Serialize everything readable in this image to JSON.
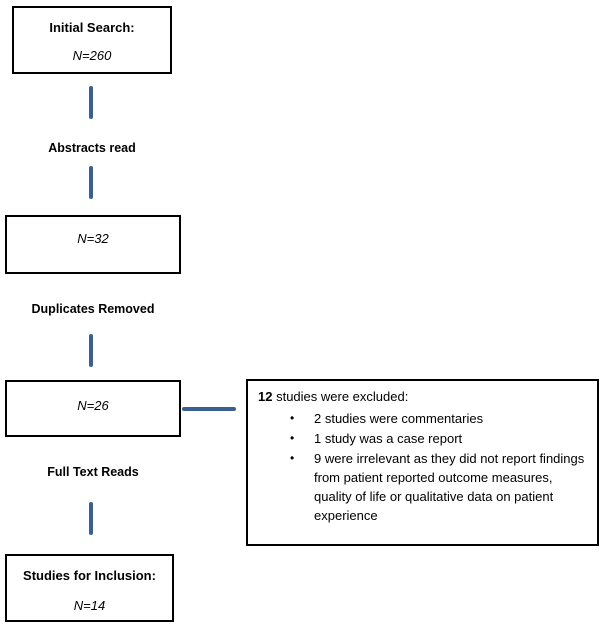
{
  "boxes": {
    "initial_search": {
      "title": "Initial Search:",
      "n": "N=260"
    },
    "after_abstracts": {
      "n": "N=32"
    },
    "after_duplicates": {
      "n": "N=26"
    },
    "studies_for_inclusion": {
      "title": "Studies for Inclusion:",
      "n": "N=14"
    }
  },
  "steps": {
    "abstracts_read": "Abstracts read",
    "duplicates_removed": "Duplicates Removed",
    "full_text_reads": "Full Text Reads"
  },
  "exclusion": {
    "count": "12",
    "title_rest": " studies were excluded:",
    "bullet": "•",
    "items": [
      "2 studies were commentaries",
      "1 study was a case report",
      "9 were irrelevant as they did not report findings from patient reported outcome measures, quality of life or qualitative data on patient experience"
    ]
  },
  "colors": {
    "connector": "#3a5f93",
    "box_border": "#000000"
  }
}
